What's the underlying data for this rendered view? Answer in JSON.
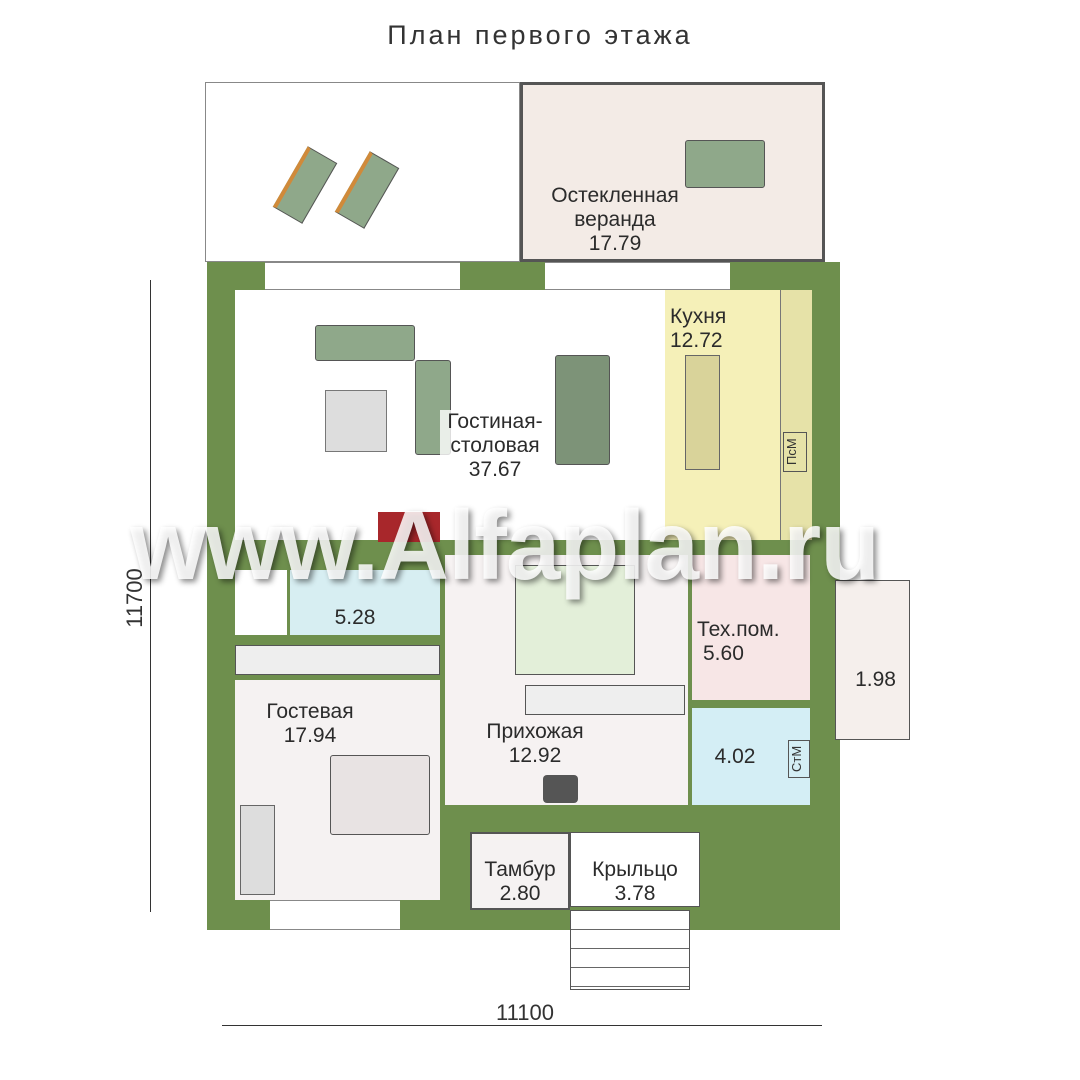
{
  "title": "План первого этажа",
  "rooms": {
    "veranda": {
      "name": "Остекленная веранда",
      "name1": "Остекленная",
      "name2": "веранда",
      "area": "17.79"
    },
    "kitchen": {
      "name": "Кухня",
      "area": "12.72"
    },
    "living": {
      "name1": "Гостиная-",
      "name2": "столовая",
      "area": "37.67"
    },
    "bath": {
      "area": "5.28"
    },
    "tech": {
      "name": "Тех.пом.",
      "area": "5.60"
    },
    "balcony": {
      "area": "1.98"
    },
    "guest": {
      "name": "Гостевая",
      "area": "17.94"
    },
    "hall": {
      "name": "Прихожая",
      "area": "12.92"
    },
    "boiler": {
      "area": "4.02"
    },
    "tambour": {
      "name": "Тамбур",
      "area": "2.80"
    },
    "porch": {
      "name": "Крыльцо",
      "area": "3.78"
    }
  },
  "appliances": {
    "dishwasher": "ПсМ",
    "washer": "СтМ"
  },
  "dimensions": {
    "height": "11700",
    "width": "11100"
  },
  "watermark": "www.Alfaplan.ru",
  "colors": {
    "wall": "#6e8f4d",
    "kitchen": "#f5f0b8",
    "bath": "#d7eef2",
    "veranda": "#f3ebe6"
  }
}
